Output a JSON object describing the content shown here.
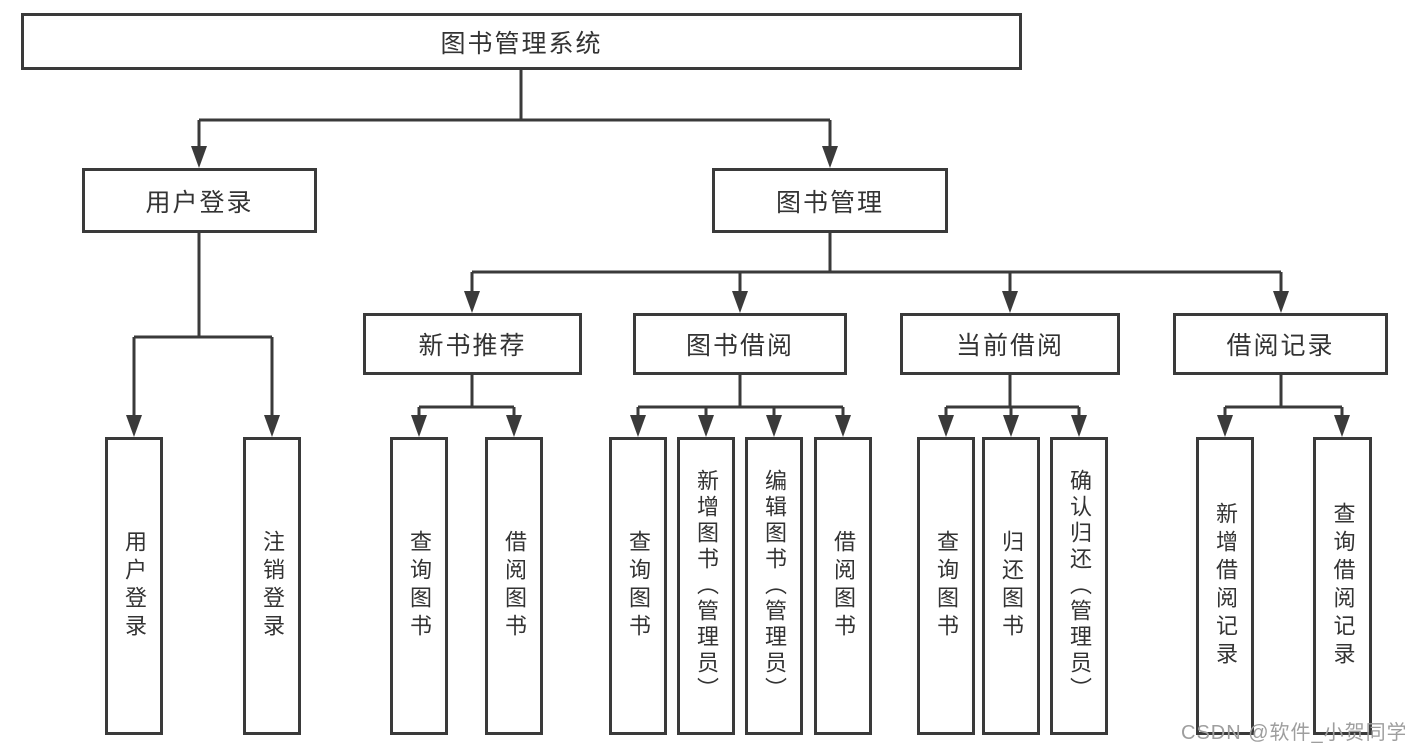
{
  "diagram": {
    "title": "图书管理系统",
    "root": "图书管理系统",
    "level2": {
      "user_login": "用户登录",
      "book_mgmt": "图书管理"
    },
    "level3": {
      "new_books": "新书推荐",
      "borrow": "图书借阅",
      "current": "当前借阅",
      "records": "借阅记录"
    },
    "leaves": {
      "user_login_1": "用户登录",
      "user_login_2": "注销登录",
      "new_books_1": "查询图书",
      "new_books_2": "借阅图书",
      "borrow_1": "查询图书",
      "borrow_2": "新增图书（管理员）",
      "borrow_3": "编辑图书（管理员）",
      "borrow_4": "借阅图书",
      "current_1": "查询图书",
      "current_2": "归还图书",
      "current_3": "确认归还（管理员）",
      "records_1": "新增借阅记录",
      "records_2": "查询借阅记录"
    }
  },
  "watermark": "CSDN @软件_小贺同学",
  "colors": {
    "line": "#3a3a3a",
    "box_border": "#3a3a3a",
    "text": "#333333",
    "watermark": "#9e9e9e",
    "background": "#ffffff"
  }
}
